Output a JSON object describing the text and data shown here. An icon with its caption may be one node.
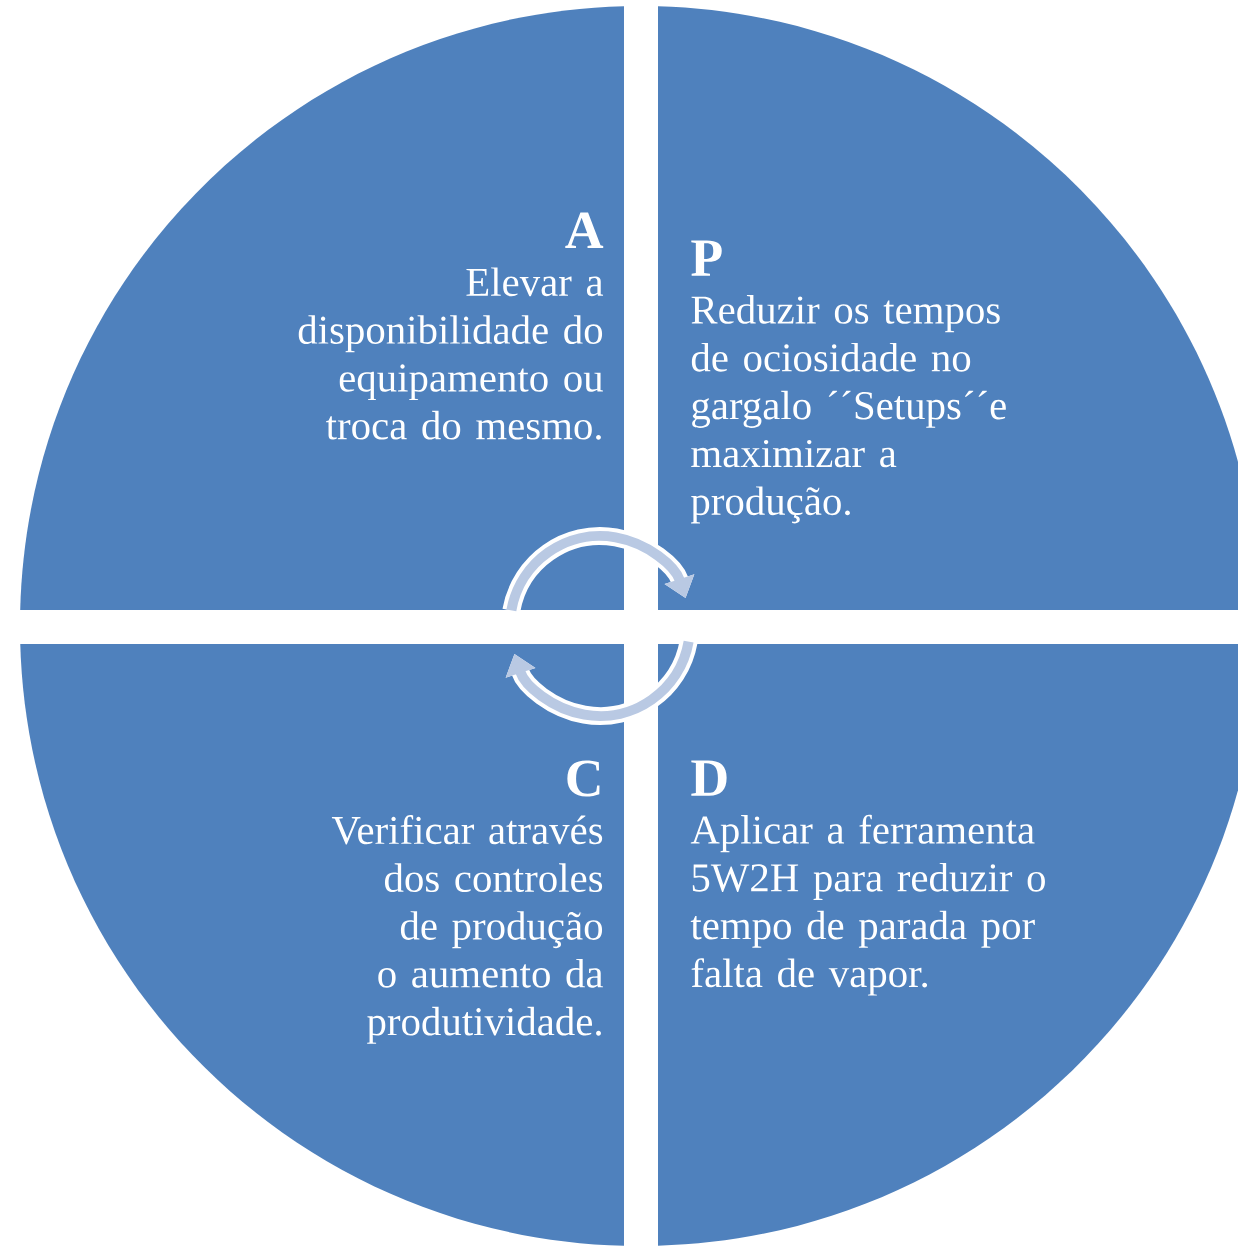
{
  "diagram": {
    "nodes": [
      {
        "text": [
          "A",
          "Elevar a disponibilidade do equipamento ou troca do mesmo."
        ]
      },
      {
        "text": [
          "P",
          "Reduzir os tempos de ociosidade no gargalo ´´Setups´´e maximizar a produção."
        ]
      },
      {
        "text": [
          "C",
          "Verificar através dos controles de produção o aumento da produtividade."
        ]
      },
      {
        "text": [
          "D",
          "Aplicar a ferramenta 5W2H para reduzir o tempo de parada por falta de vapor."
        ]
      }
    ],
    "edges": [
      {
        "from": 0,
        "to": 1,
        "arrow": "to"
      },
      {
        "from": 3,
        "to": 2,
        "arrow": "to"
      }
    ]
  }
}
